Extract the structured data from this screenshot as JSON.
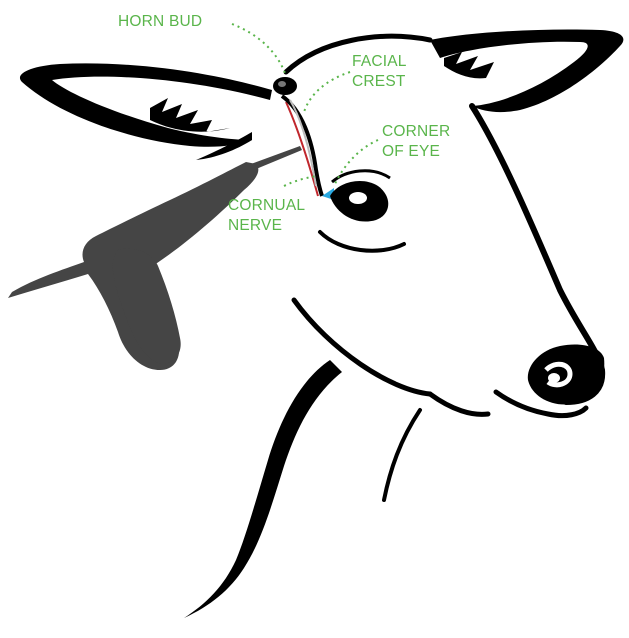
{
  "labels": {
    "horn_bud": "HORN BUD",
    "facial_crest": [
      "FACIAL",
      "CREST"
    ],
    "corner_of_eye": [
      "CORNER",
      "OF EYE"
    ],
    "cornual_nerve": [
      "CORNUAL",
      "NERVE"
    ]
  },
  "colors": {
    "label_text": "#5ab54b",
    "leader_line": "#5ab54b",
    "outline": "#000000",
    "syringe": "#454545",
    "nerve_red": "#c0272d",
    "eye_corner": "#29a8e0",
    "background": "#ffffff"
  }
}
